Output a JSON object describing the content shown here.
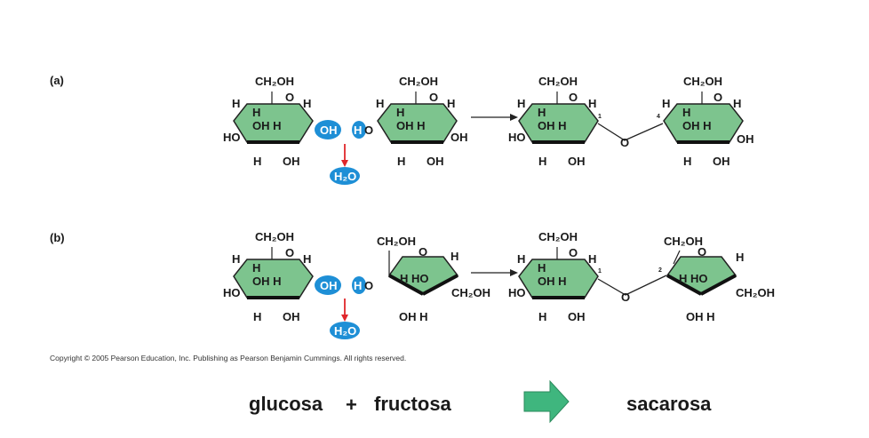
{
  "panels": {
    "a_label": "(a)",
    "b_label": "(b)"
  },
  "groups": {
    "ch2oh": "CH₂OH",
    "oh": "OH",
    "ho": "HO",
    "h": "H",
    "o": "O",
    "h_ho": "H  HO",
    "oh_h": "OH  H",
    "oh_h_ring": "OH  H"
  },
  "bubbles": {
    "oh": "OH",
    "ho": "HO",
    "h2o": "H₂O"
  },
  "bond_numbers": {
    "a_left": "1",
    "a_right": "4",
    "b_left": "1",
    "b_right": "2"
  },
  "copyright": "Copyright © 2005 Pearson Education, Inc. Publishing as Pearson Benjamin Cummings. All rights reserved.",
  "equation": {
    "left1": "glucosa",
    "plus": "+",
    "left2": "fructosa",
    "result": "sacarosa"
  },
  "colors": {
    "ring_fill": "#7dc48e",
    "bubble": "#1e8fd6",
    "arrow_red": "#e0262b",
    "big_arrow": "#3fb67e"
  }
}
